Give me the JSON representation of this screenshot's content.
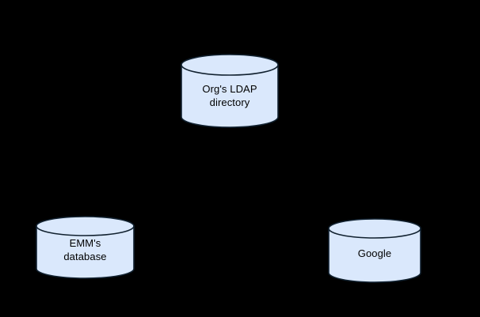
{
  "diagram": {
    "type": "architecture-diagram",
    "background_color": "#000000",
    "shape_fill_color": "#dae8fc",
    "shape_stroke_color": "#0b1a2b",
    "text_color": "#000000",
    "nodes": [
      {
        "id": "ldap",
        "shape": "cylinder",
        "label": "Org's LDAP\ndirectory",
        "line1": "Org's LDAP",
        "line2": "directory"
      },
      {
        "id": "emm",
        "shape": "cylinder",
        "label": "EMM's\ndatabase",
        "line1": "EMM's",
        "line2": "database"
      },
      {
        "id": "google",
        "shape": "cylinder",
        "label": "Google",
        "line1": "Google",
        "line2": ""
      }
    ],
    "edges": []
  }
}
